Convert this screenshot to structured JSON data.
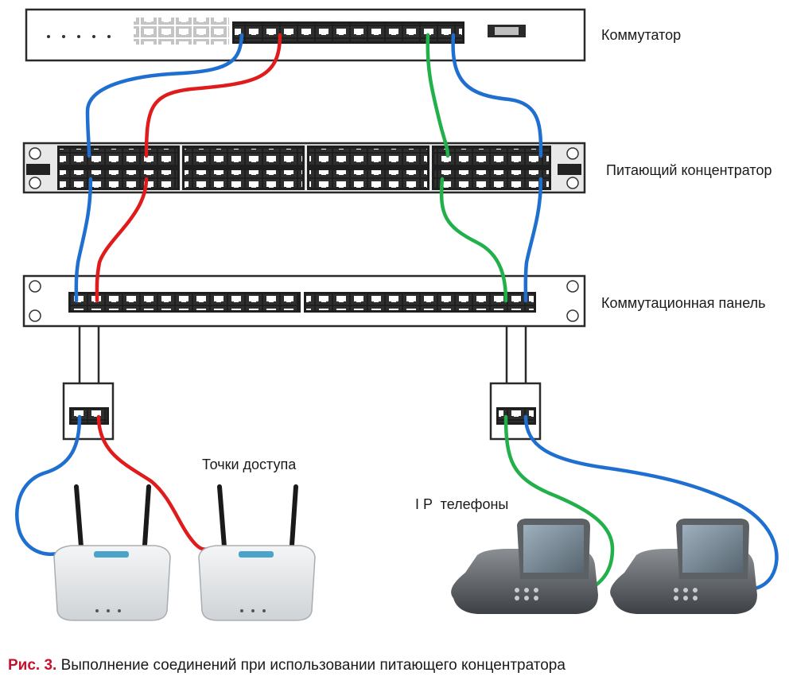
{
  "labels": {
    "switch": "Коммутатор",
    "poe_hub": "Питающий концентратор",
    "patch_panel": "Коммутационная панель",
    "access_points": "Точки доступа",
    "ip_phones": "I P  телефоны"
  },
  "caption": {
    "figure": "Рис. 3.",
    "text": " Выполнение соединений при использовании питающего концентратора"
  },
  "colors": {
    "cable_blue": "#1f6fd0",
    "cable_red": "#e01b1b",
    "cable_green": "#22b04b",
    "caption_accent": "#c8102e"
  }
}
